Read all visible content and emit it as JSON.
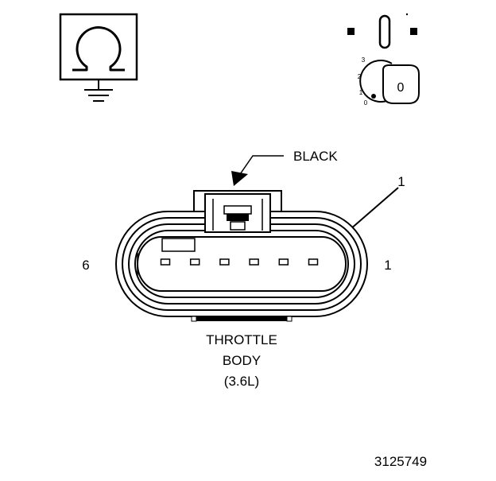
{
  "symbols": {
    "ohmmeter_icon": "ohm-symbol",
    "ignition_icon": "ignition-key-switch"
  },
  "ignition": {
    "positions": [
      "3",
      "2",
      "1",
      "0"
    ],
    "key_label": "0"
  },
  "connector": {
    "color_label": "BLACK",
    "pin_indicator": "1",
    "left_end_label": "6",
    "right_end_label": "1",
    "pin_count": 6,
    "caption": [
      "THROTTLE",
      "BODY",
      "(3.6L)"
    ]
  },
  "figure_number": "3125749"
}
